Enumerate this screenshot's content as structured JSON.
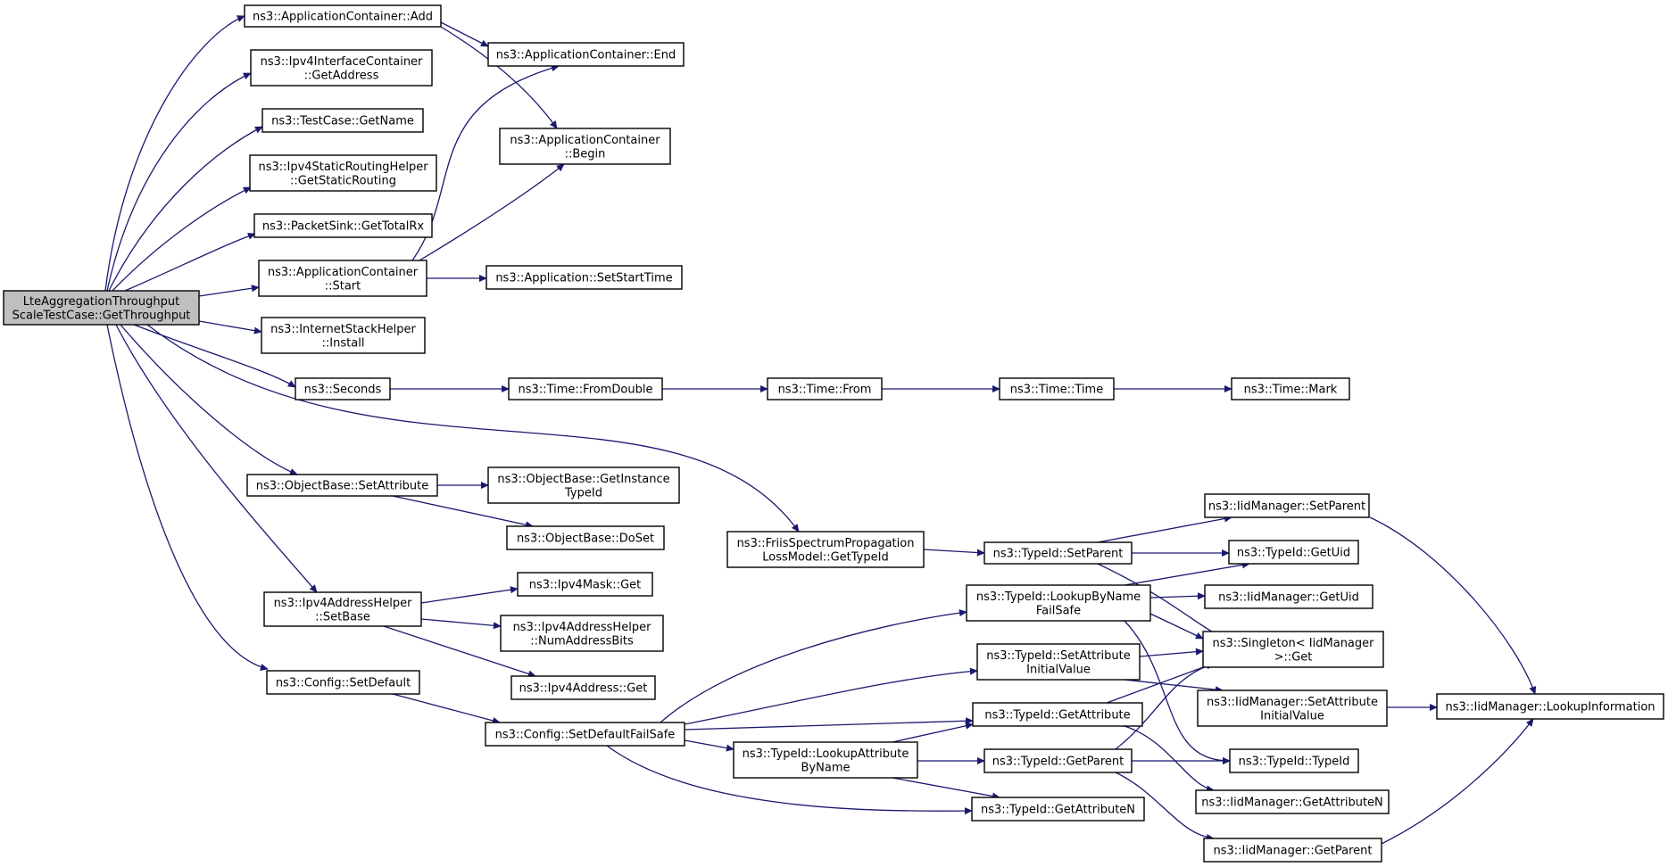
{
  "colors": {
    "edge": "#191970",
    "root_fill": "#bfbfbf",
    "node_fill": "#ffffff",
    "node_border": "#000000"
  },
  "nodes": [
    {
      "id": "root",
      "lines": [
        "LteAggregationThroughput",
        "ScaleTestCase::GetThroughput"
      ],
      "root": true
    },
    {
      "id": "appAdd",
      "lines": [
        "ns3::ApplicationContainer::Add"
      ]
    },
    {
      "id": "ipv4ifGetAddr",
      "lines": [
        "ns3::Ipv4InterfaceContainer",
        "::GetAddress"
      ]
    },
    {
      "id": "tcGetName",
      "lines": [
        "ns3::TestCase::GetName"
      ]
    },
    {
      "id": "staticRouting",
      "lines": [
        "ns3::Ipv4StaticRoutingHelper",
        "::GetStaticRouting"
      ]
    },
    {
      "id": "sinkTotalRx",
      "lines": [
        "ns3::PacketSink::GetTotalRx"
      ]
    },
    {
      "id": "appStart",
      "lines": [
        "ns3::ApplicationContainer",
        "::Start"
      ]
    },
    {
      "id": "stackInstall",
      "lines": [
        "ns3::InternetStackHelper",
        "::Install"
      ]
    },
    {
      "id": "seconds",
      "lines": [
        "ns3::Seconds"
      ]
    },
    {
      "id": "objSetAttr",
      "lines": [
        "ns3::ObjectBase::SetAttribute"
      ]
    },
    {
      "id": "addrSetBase",
      "lines": [
        "ns3::Ipv4AddressHelper",
        "::SetBase"
      ]
    },
    {
      "id": "cfgSetDefault",
      "lines": [
        "ns3::Config::SetDefault"
      ]
    },
    {
      "id": "appEnd",
      "lines": [
        "ns3::ApplicationContainer::End"
      ]
    },
    {
      "id": "appBegin",
      "lines": [
        "ns3::ApplicationContainer",
        "::Begin"
      ]
    },
    {
      "id": "setStartTime",
      "lines": [
        "ns3::Application::SetStartTime"
      ]
    },
    {
      "id": "fromDouble",
      "lines": [
        "ns3::Time::FromDouble"
      ]
    },
    {
      "id": "timeFrom",
      "lines": [
        "ns3::Time::From"
      ]
    },
    {
      "id": "timeTime",
      "lines": [
        "ns3::Time::Time"
      ]
    },
    {
      "id": "timeMark",
      "lines": [
        "ns3::Time::Mark"
      ]
    },
    {
      "id": "friis",
      "lines": [
        "ns3::FriisSpectrumPropagation",
        "LossModel::GetTypeId"
      ]
    },
    {
      "id": "getInstTid",
      "lines": [
        "ns3::ObjectBase::GetInstance",
        "TypeId"
      ]
    },
    {
      "id": "doSet",
      "lines": [
        "ns3::ObjectBase::DoSet"
      ]
    },
    {
      "id": "maskGet",
      "lines": [
        "ns3::Ipv4Mask::Get"
      ]
    },
    {
      "id": "numAddrBits",
      "lines": [
        "ns3::Ipv4AddressHelper",
        "::NumAddressBits"
      ]
    },
    {
      "id": "addrGet",
      "lines": [
        "ns3::Ipv4Address::Get"
      ]
    },
    {
      "id": "cfgSetDefaultFS",
      "lines": [
        "ns3::Config::SetDefaultFailSafe"
      ]
    },
    {
      "id": "tidSetParent",
      "lines": [
        "ns3::TypeId::SetParent"
      ]
    },
    {
      "id": "tidLookupByName",
      "lines": [
        "ns3::TypeId::LookupByName",
        "FailSafe"
      ]
    },
    {
      "id": "tidSetAttrInit",
      "lines": [
        "ns3::TypeId::SetAttribute",
        "InitialValue"
      ]
    },
    {
      "id": "tidGetAttr",
      "lines": [
        "ns3::TypeId::GetAttribute"
      ]
    },
    {
      "id": "tidLookupAttr",
      "lines": [
        "ns3::TypeId::LookupAttribute",
        "ByName"
      ]
    },
    {
      "id": "tidGetParent",
      "lines": [
        "ns3::TypeId::GetParent"
      ]
    },
    {
      "id": "tidGetAttrN",
      "lines": [
        "ns3::TypeId::GetAttributeN"
      ]
    },
    {
      "id": "iidSetParent",
      "lines": [
        "ns3::IidManager::SetParent"
      ]
    },
    {
      "id": "tidGetUid",
      "lines": [
        "ns3::TypeId::GetUid"
      ]
    },
    {
      "id": "iidGetUid",
      "lines": [
        "ns3::IidManager::GetUid"
      ]
    },
    {
      "id": "singletonGet",
      "lines": [
        "ns3::Singleton< IidManager",
        ">::Get"
      ]
    },
    {
      "id": "iidSetAttrInit",
      "lines": [
        "ns3::IidManager::SetAttribute",
        "InitialValue"
      ]
    },
    {
      "id": "tidTypeId",
      "lines": [
        "ns3::TypeId::TypeId"
      ]
    },
    {
      "id": "iidGetAttrN",
      "lines": [
        "ns3::IidManager::GetAttributeN"
      ]
    },
    {
      "id": "iidGetParent",
      "lines": [
        "ns3::IidManager::GetParent"
      ]
    },
    {
      "id": "iidLookupInfo",
      "lines": [
        "ns3::IidManager::LookupInformation"
      ]
    }
  ],
  "edges": [
    [
      "root",
      "appAdd"
    ],
    [
      "root",
      "ipv4ifGetAddr"
    ],
    [
      "root",
      "tcGetName"
    ],
    [
      "root",
      "staticRouting"
    ],
    [
      "root",
      "sinkTotalRx"
    ],
    [
      "root",
      "appStart"
    ],
    [
      "root",
      "stackInstall"
    ],
    [
      "root",
      "seconds"
    ],
    [
      "root",
      "friis"
    ],
    [
      "root",
      "objSetAttr"
    ],
    [
      "root",
      "addrSetBase"
    ],
    [
      "root",
      "cfgSetDefault"
    ],
    [
      "appAdd",
      "appEnd"
    ],
    [
      "appAdd",
      "appBegin"
    ],
    [
      "appStart",
      "appEnd"
    ],
    [
      "appStart",
      "appBegin"
    ],
    [
      "appStart",
      "setStartTime"
    ],
    [
      "seconds",
      "fromDouble"
    ],
    [
      "fromDouble",
      "timeFrom"
    ],
    [
      "timeFrom",
      "timeTime"
    ],
    [
      "timeTime",
      "timeMark"
    ],
    [
      "objSetAttr",
      "getInstTid"
    ],
    [
      "objSetAttr",
      "doSet"
    ],
    [
      "addrSetBase",
      "maskGet"
    ],
    [
      "addrSetBase",
      "numAddrBits"
    ],
    [
      "addrSetBase",
      "addrGet"
    ],
    [
      "cfgSetDefault",
      "cfgSetDefaultFS"
    ],
    [
      "friis",
      "tidSetParent"
    ],
    [
      "cfgSetDefaultFS",
      "tidLookupByName"
    ],
    [
      "cfgSetDefaultFS",
      "tidSetAttrInit"
    ],
    [
      "cfgSetDefaultFS",
      "tidGetAttr"
    ],
    [
      "cfgSetDefaultFS",
      "tidLookupAttr"
    ],
    [
      "cfgSetDefaultFS",
      "tidGetAttrN"
    ],
    [
      "tidLookupAttr",
      "tidGetAttr"
    ],
    [
      "tidLookupAttr",
      "tidGetParent"
    ],
    [
      "tidLookupAttr",
      "tidGetAttrN"
    ],
    [
      "tidSetParent",
      "iidSetParent"
    ],
    [
      "tidSetParent",
      "tidGetUid"
    ],
    [
      "tidSetParent",
      "singletonGet"
    ],
    [
      "tidLookupByName",
      "tidGetUid"
    ],
    [
      "tidLookupByName",
      "iidGetUid"
    ],
    [
      "tidLookupByName",
      "singletonGet"
    ],
    [
      "tidLookupByName",
      "tidTypeId"
    ],
    [
      "tidSetAttrInit",
      "singletonGet"
    ],
    [
      "tidSetAttrInit",
      "iidSetAttrInit"
    ],
    [
      "tidGetAttr",
      "singletonGet"
    ],
    [
      "tidGetAttr",
      "iidGetAttrN"
    ],
    [
      "tidGetParent",
      "singletonGet"
    ],
    [
      "tidGetParent",
      "tidTypeId"
    ],
    [
      "tidGetParent",
      "iidGetParent"
    ],
    [
      "iidSetParent",
      "iidLookupInfo"
    ],
    [
      "iidSetAttrInit",
      "iidLookupInfo"
    ],
    [
      "iidGetParent",
      "iidLookupInfo"
    ]
  ]
}
